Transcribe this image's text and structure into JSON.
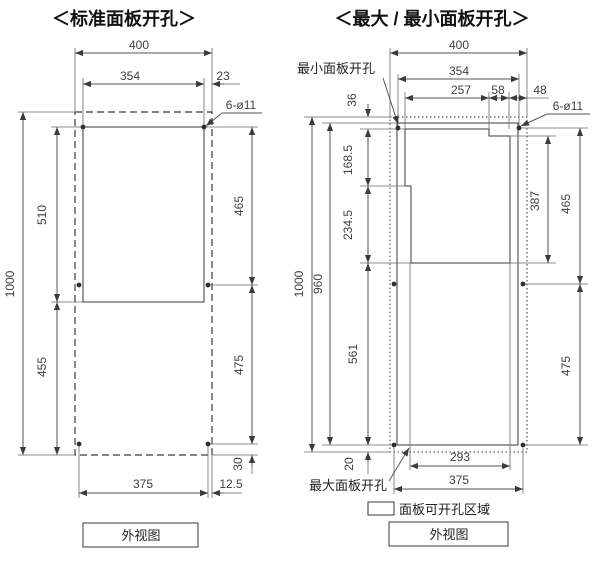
{
  "left": {
    "title": "＜标准面板开孔＞",
    "view_label": "外视图",
    "dims": {
      "total_width": "400",
      "hole_span_top": "354",
      "top_right_edge": "23",
      "holes": "6-ø11",
      "total_height": "1000",
      "cutout_height": "510",
      "below_cutout": "455",
      "right_upper": "465",
      "right_lower": "475",
      "bottom_edge": "30",
      "hole_span_bottom": "375",
      "bottom_right_edge": "12.5"
    }
  },
  "right": {
    "title": "＜最大 / 最小面板开孔＞",
    "min_cutout_label": "最小面板开孔",
    "max_cutout_label": "最大面板开孔",
    "legend_label": "面板可开孔区域",
    "view_label": "外视图",
    "dims": {
      "total_width": "400",
      "hole_span_top": "354",
      "min_top_width": "257",
      "notch_width": "58",
      "top_right_edge": "48",
      "holes": "6-ø11",
      "top_margin": "36",
      "total_height": "1000",
      "openable_height": "960",
      "seg_upper": "168.5",
      "seg_middle": "234.5",
      "seg_lower": "561",
      "bottom_margin": "20",
      "min_right_height": "387",
      "right_upper": "465",
      "right_lower": "475",
      "max_bottom_width": "293",
      "hole_span_bottom": "375"
    }
  },
  "colors": {
    "line": "#3a3a3a",
    "dim_text": "#3e3e46",
    "cutout_fill": "#eaeaea"
  }
}
